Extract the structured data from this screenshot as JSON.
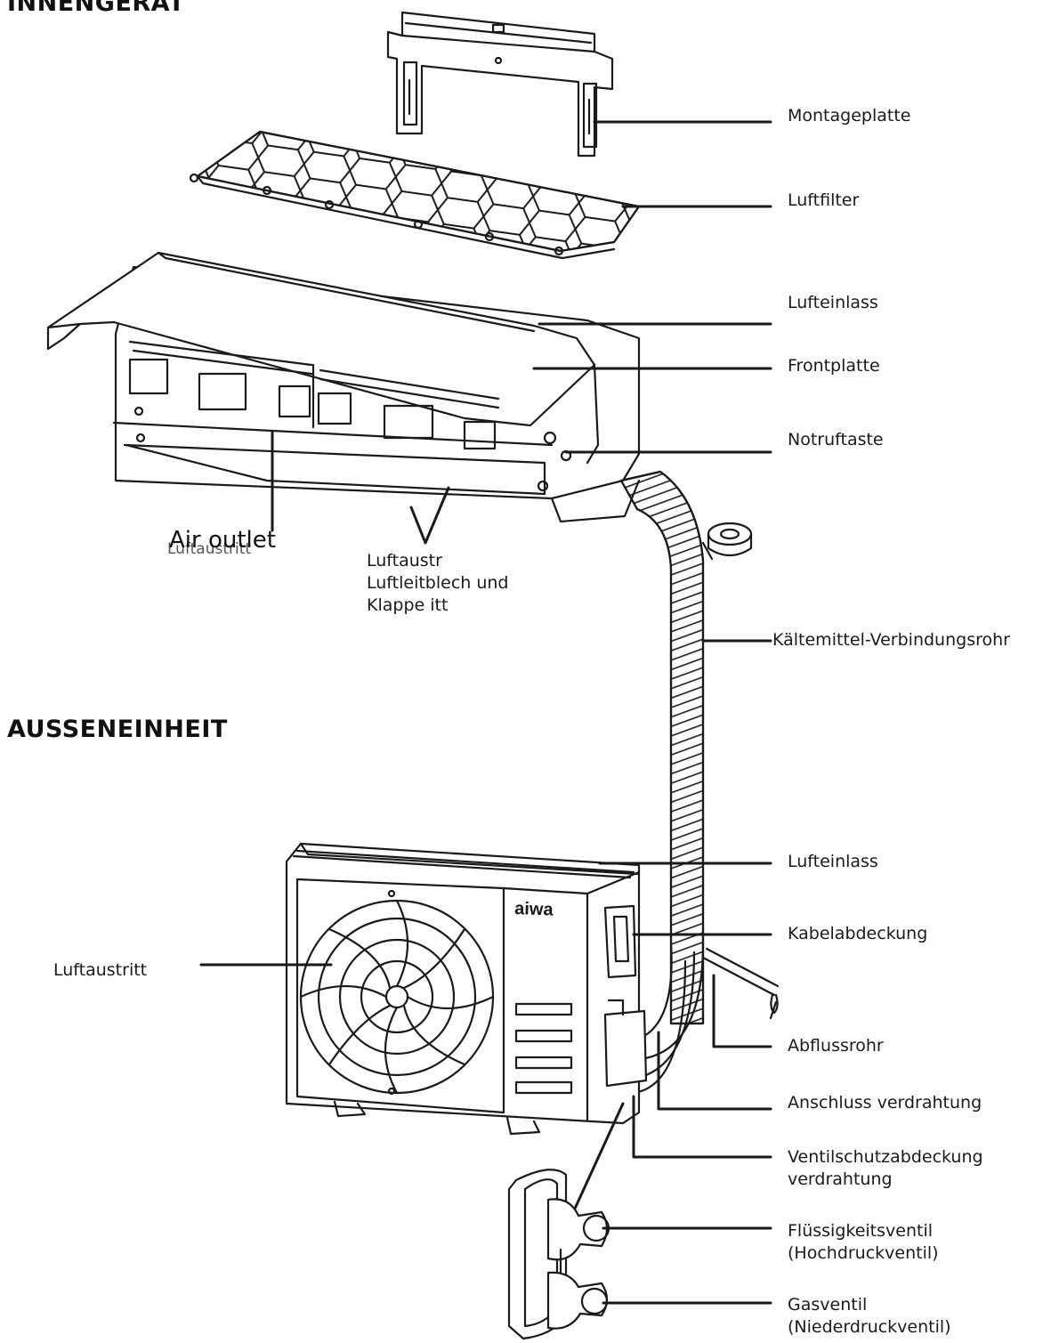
{
  "headings": {
    "indoor": "INNENGERÄT",
    "outdoor": "AUSSENEINHEIT"
  },
  "indoor_labels": {
    "mounting_plate": "Montageplatte",
    "air_filter": "Luftfilter",
    "air_inlet": "Lufteinlass",
    "front_panel": "Frontplatte",
    "emergency_button": "Notruftaste",
    "air_outlet_overlay": "Air outlet",
    "air_outlet_under": "Luftaustritt",
    "louver": "Luftaustr\nLuftleitblech und\nKlappe itt",
    "refrigerant_pipe": "Kältemittel-Verbindungsrohr"
  },
  "outdoor_labels": {
    "air_outlet": "Luftaustritt",
    "air_inlet": "Lufteinlass",
    "cable_cover": "Kabelabdeckung",
    "drain_pipe": "Abflussrohr",
    "connection_wiring": "Anschluss verdrahtung",
    "valve_cover": "Ventilschutzabdeckung\nverdrahtung",
    "liquid_valve": "Flüssigkeitsventil\n(Hochdruckventil)",
    "gas_valve": "Gasventil\n(Niederdruckventil)"
  },
  "brand": "aiwa",
  "colors": {
    "line": "#1a1a1a",
    "paper": "#ffffff"
  }
}
